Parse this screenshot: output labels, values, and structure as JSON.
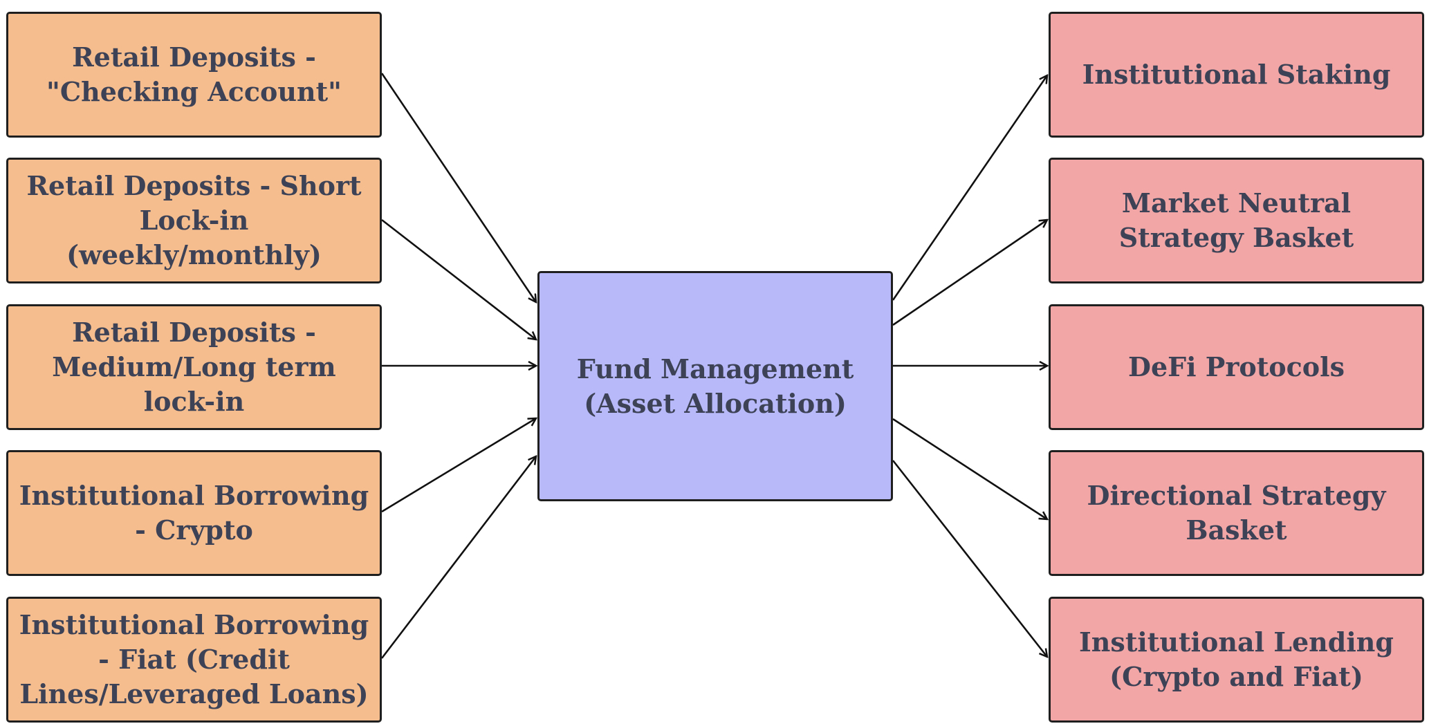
{
  "diagram": {
    "center": {
      "label": "Fund Management (Asset Allocation)"
    },
    "sources": [
      {
        "label": "Retail Deposits - \"Checking Account\""
      },
      {
        "label": "Retail Deposits - Short Lock-in (weekly/monthly)"
      },
      {
        "label": "Retail Deposits - Medium/Long term lock-in"
      },
      {
        "label": "Institutional Borrowing - Crypto"
      },
      {
        "label": "Institutional Borrowing - Fiat (Credit Lines/Leveraged Loans)"
      }
    ],
    "destinations": [
      {
        "label": "Institutional Staking"
      },
      {
        "label": "Market Neutral Strategy Basket"
      },
      {
        "label": "DeFi Protocols"
      },
      {
        "label": "Directional Strategy Basket"
      },
      {
        "label": "Institutional Lending (Crypto and Fiat)"
      }
    ],
    "colors": {
      "source_fill": "#f5bd8e",
      "destination_fill": "#f2a7a6",
      "center_fill": "#b7b9f9",
      "border": "#1f1f1f",
      "text": "#3d4256"
    }
  }
}
